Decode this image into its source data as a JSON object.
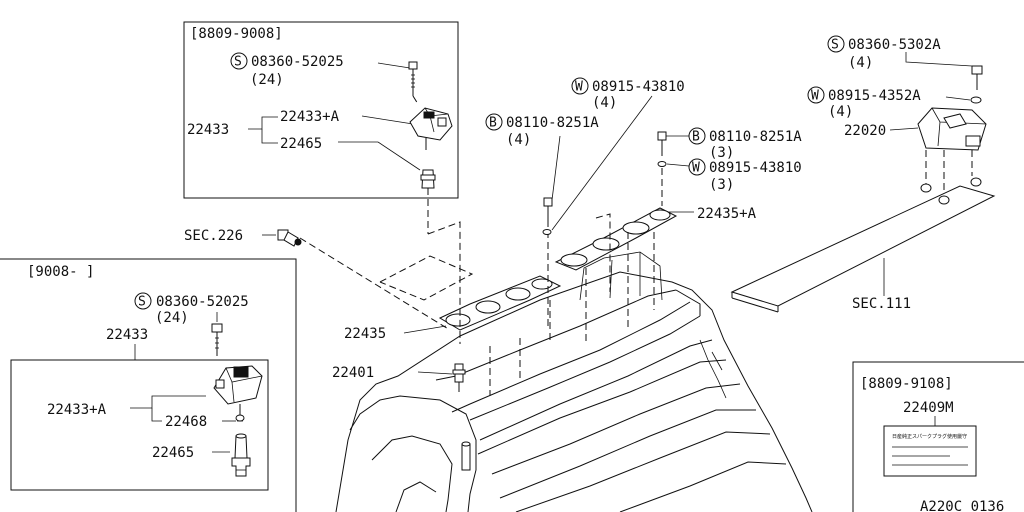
{
  "inset_top": {
    "date_range": "[8809-9008]",
    "bolt_code": "08360-52025",
    "bolt_prefix": "S",
    "bolt_qty": "(24)",
    "assembly": "22433",
    "coil": "22433+A",
    "cap": "22465"
  },
  "inset_left": {
    "date_range": "[9008-   ]",
    "bolt_code": "08360-52025",
    "bolt_prefix": "S",
    "bolt_qty": "(24)",
    "assembly": "22433",
    "coil": "22433+A",
    "seal": "22468",
    "cap": "22465"
  },
  "inset_label": {
    "date_range": "[8809-9108]",
    "part": "22409M",
    "label_text": "日産純正スパークプラグ使用厳守"
  },
  "main": {
    "w_washer_1": "08915-43810",
    "w_washer_1_prefix": "W",
    "w_washer_1_qty": "(4)",
    "b_bolt_1": "08110-8251A",
    "b_bolt_1_prefix": "B",
    "b_bolt_1_qty": "(4)",
    "b_bolt_2": "08110-8251A",
    "b_bolt_2_prefix": "B",
    "b_bolt_2_qty": "(3)",
    "w_washer_2": "08915-43810",
    "w_washer_2_prefix": "W",
    "w_washer_2_qty": "(3)",
    "gasket_upper": "22435+A",
    "sec_226": "SEC.226",
    "gasket_lower": "22435",
    "plug": "22401",
    "s_screw": "08360-5302A",
    "s_screw_prefix": "S",
    "s_screw_qty": "(4)",
    "w_washer_3": "08915-4352A",
    "w_washer_3_prefix": "W",
    "w_washer_3_qty": "(4)",
    "ignition_unit": "22020",
    "sec_111": "SEC.111",
    "drawing_id": "A220C 0136"
  }
}
